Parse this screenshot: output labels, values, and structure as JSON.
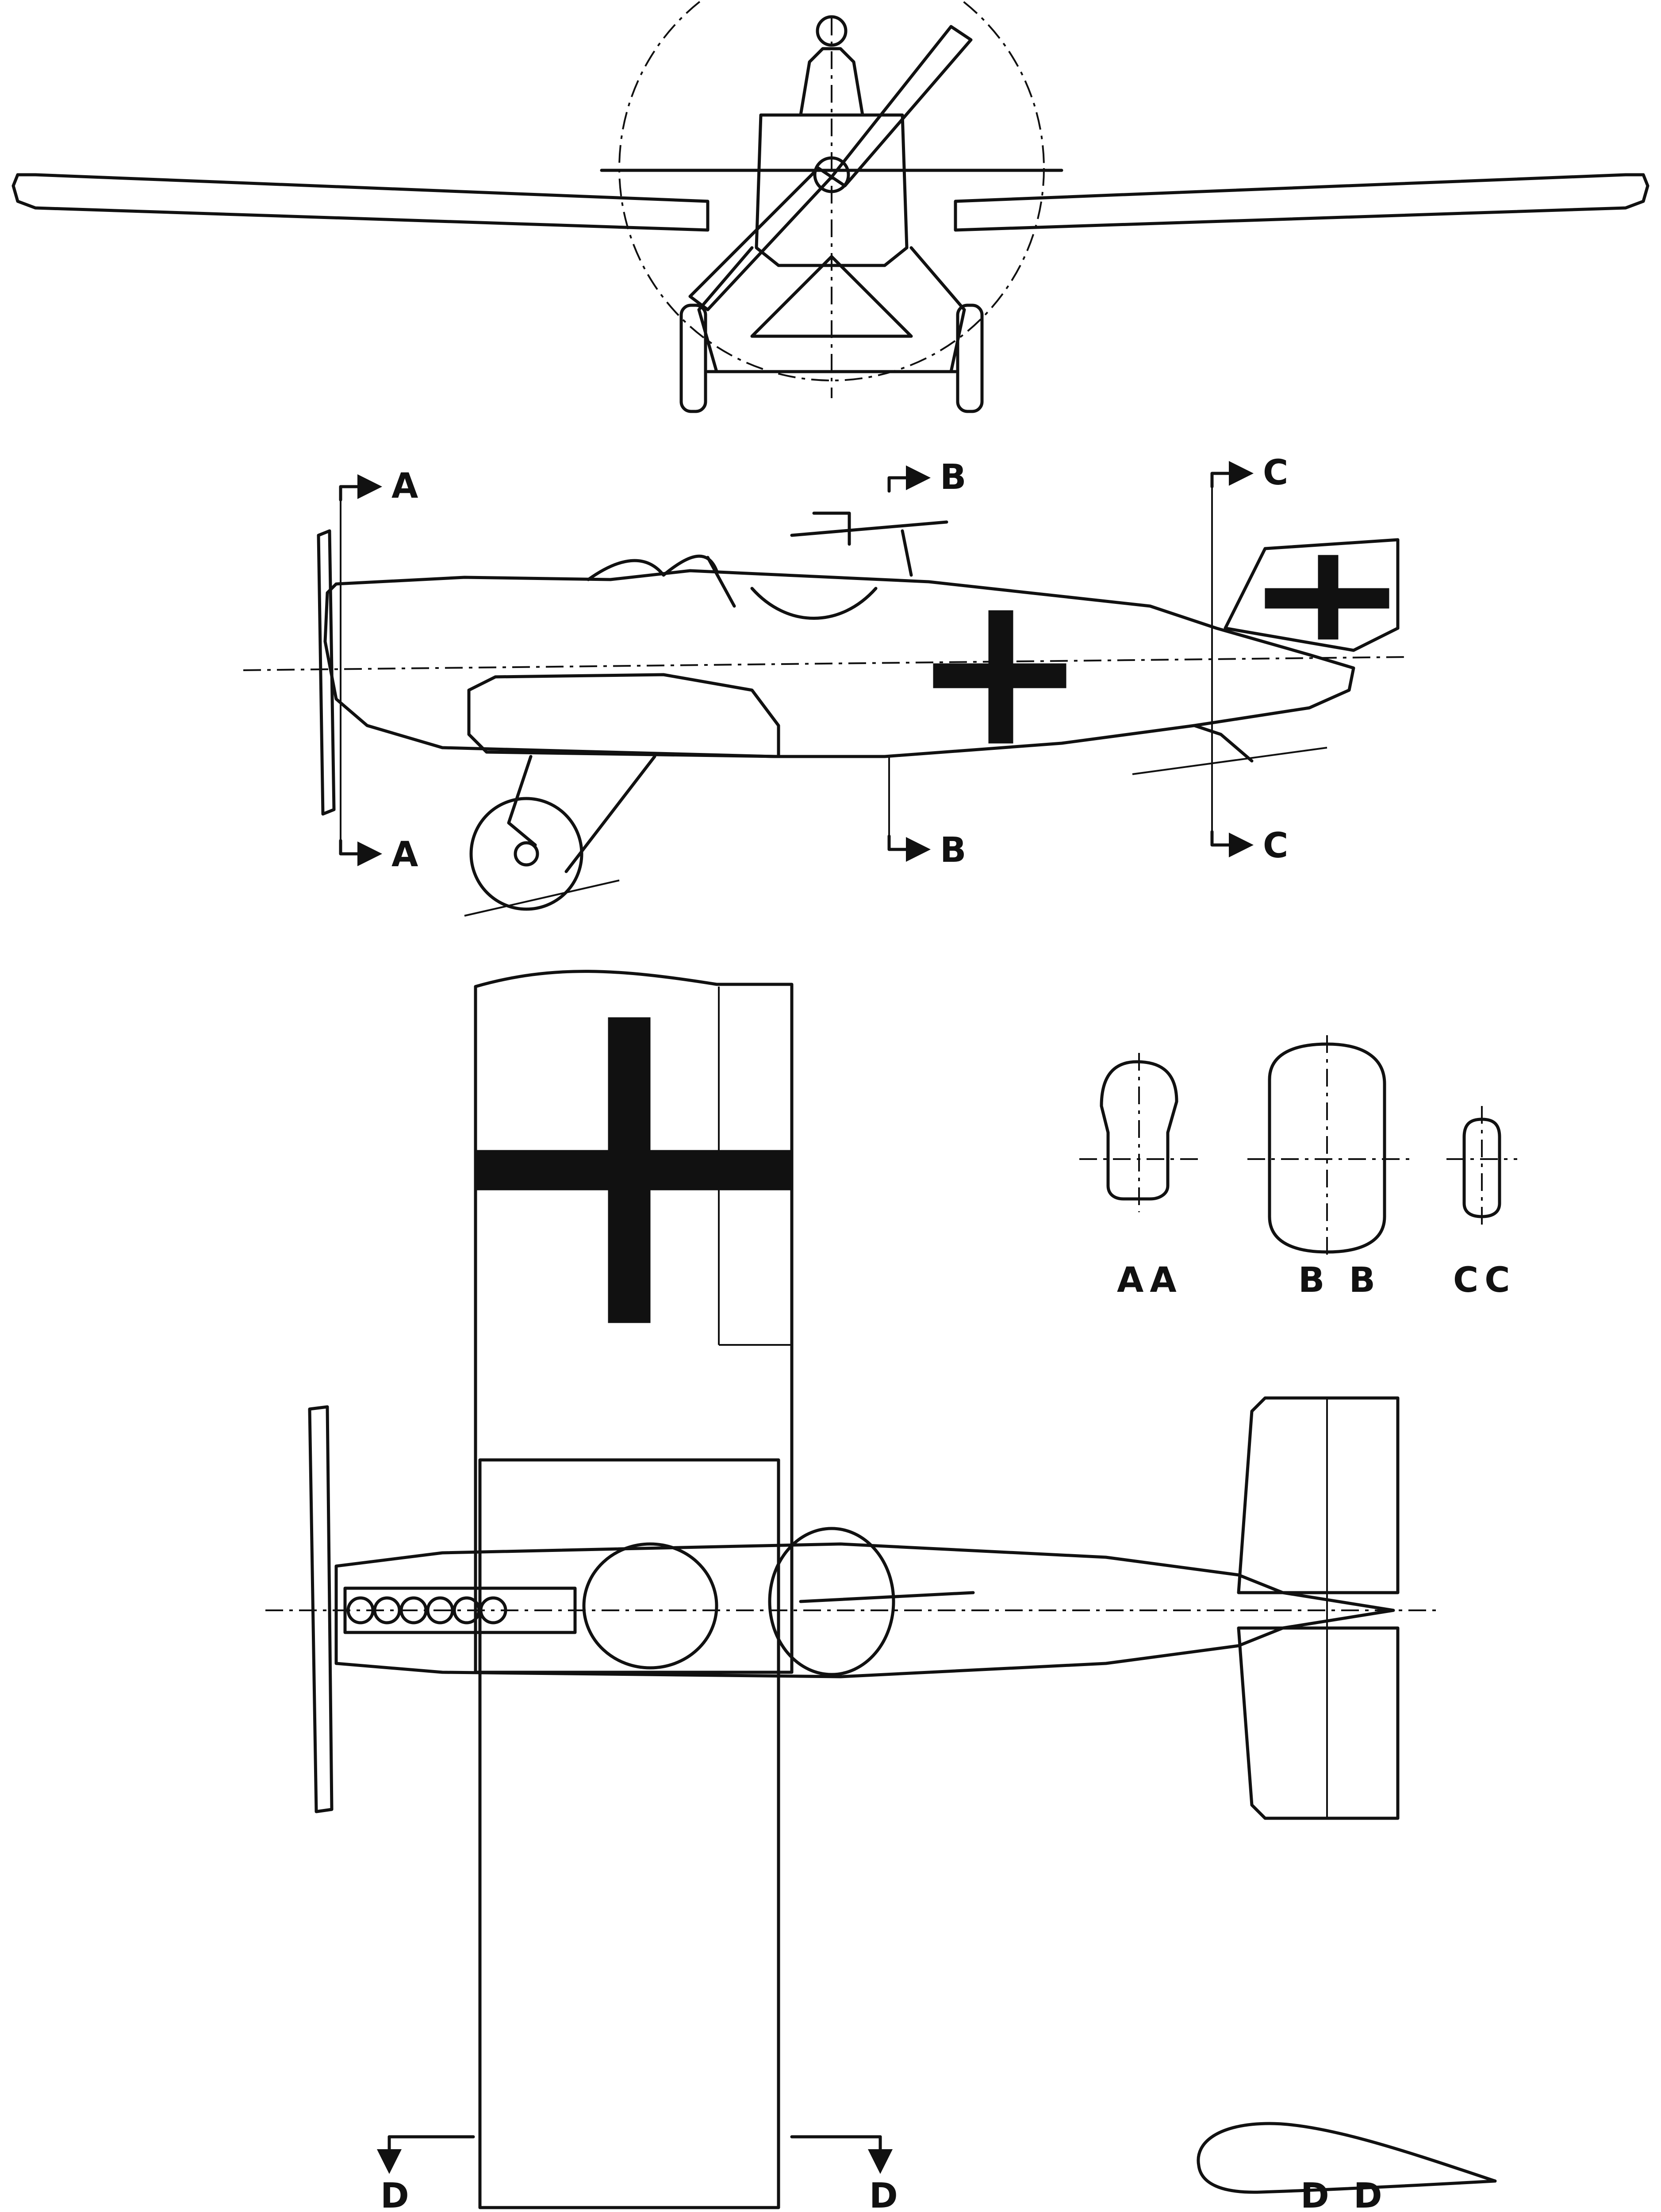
{
  "section_labels": {
    "aa_top": "A",
    "aa_bottom": "A",
    "bb_top": "B",
    "bb_bottom": "B",
    "cc_top": "C",
    "cc_bottom": "C",
    "dd_left": "D",
    "dd_right": "D"
  },
  "section_captions": {
    "aa": "AA",
    "bb": "B B",
    "cc": "CC",
    "dd": "D D"
  }
}
